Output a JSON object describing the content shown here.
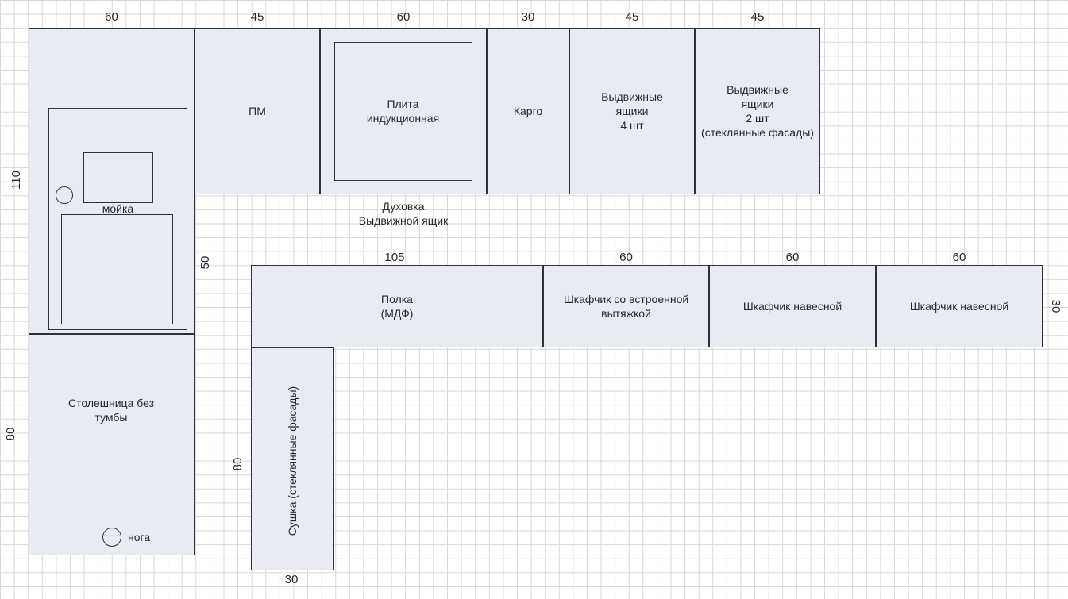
{
  "palette": {
    "background": "#ffffff",
    "grid_line": "#d8d8d8",
    "box_fill": "#e7ebf4",
    "box_border": "#2e3138",
    "text": "#26282e"
  },
  "labels": {
    "dishwasher": "ПМ",
    "stove": [
      "Плита",
      "индукционная"
    ],
    "cargo": "Карго",
    "drawers4": [
      "Выдвижные",
      "ящики",
      "4 шт"
    ],
    "drawers2": [
      "Выдвижные",
      "ящики",
      "2 шт",
      "(стеклянные фасады)"
    ],
    "oven_note": [
      "Духовка",
      "Выдвижной ящик"
    ],
    "sink": "мойка",
    "countertop": [
      "Столешница без",
      "тумбы"
    ],
    "leg": "нога",
    "shelf": [
      "Полка",
      "(МДФ)"
    ],
    "hood": [
      "Шкафчик со встроенной",
      "вытяжкой"
    ],
    "wall_cabinet_1": "Шкафчик навесной",
    "wall_cabinet_2": "Шкафчик навесной",
    "dryer": "Сушка (стеклянные фасады)"
  },
  "dims": {
    "top": [
      "60",
      "45",
      "60",
      "30",
      "45",
      "45"
    ],
    "sink_run_height": "110",
    "countertop_height": "80",
    "gap_height": "50",
    "shelf_width": "105",
    "upper_row": [
      "60",
      "60",
      "60"
    ],
    "upper_depth": "30",
    "dryer_height": "80",
    "dryer_width": "30"
  }
}
